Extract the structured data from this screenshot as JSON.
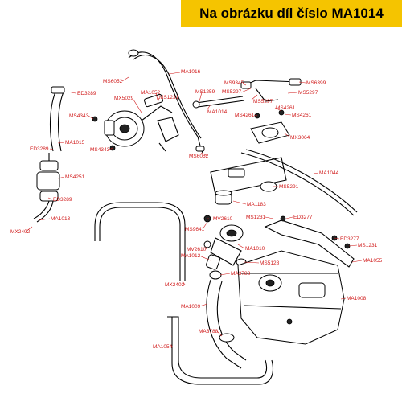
{
  "header": {
    "title": "Na obrázku díl číslo MA1014"
  },
  "colors": {
    "banner_bg": "#f5c400",
    "label": "#d01818",
    "ink": "#000000"
  },
  "parts": [
    "MA1016",
    "MS6052",
    "ED3289",
    "MA1052",
    "MX5029",
    "MS1231",
    "MS1259",
    "MS9345",
    "MS6399",
    "MS5297",
    "MS5297",
    "MS5297",
    "MA1014",
    "MS4261",
    "MS4261",
    "MS4261",
    "MS4343",
    "MS4343",
    "MX3064",
    "ED3289",
    "MA1015",
    "MS6052",
    "MS4251",
    "ED3289",
    "MA1013",
    "MX2402",
    "MA1044",
    "MS5291",
    "MA1183",
    "MS1231",
    "ED3277",
    "MV2610",
    "MS9641",
    "MA1010",
    "MV2610",
    "MA1012",
    "MS5128",
    "MA3788",
    "MX2402",
    "ED3277",
    "MS1231",
    "MA1055",
    "MA1009",
    "MA1008",
    "MA3788",
    "MA1054"
  ]
}
